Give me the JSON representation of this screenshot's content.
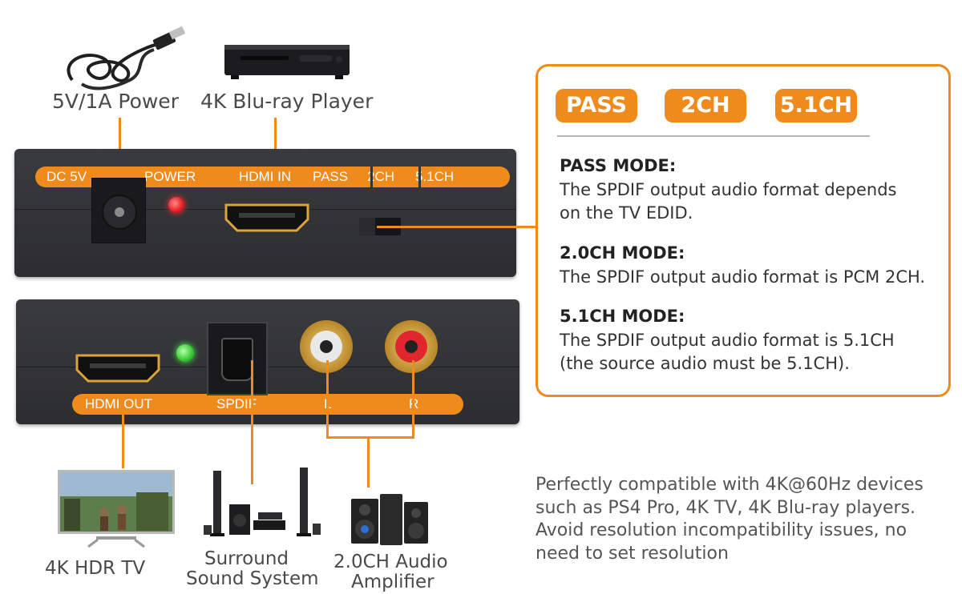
{
  "devices_top": {
    "power_caption": "5V/1A Power",
    "player_caption": "4K Blu-ray Player"
  },
  "front_panel": {
    "labels": [
      "DC 5V",
      "POWER",
      "HDMI IN",
      "PASS",
      "2CH",
      "5.1CH"
    ],
    "led_color": "#e8232a"
  },
  "back_panel": {
    "labels": [
      "HDMI OUT",
      "SPDIF",
      "L",
      "R"
    ],
    "led_color": "#3ecf3a"
  },
  "devices_bottom": {
    "tv_caption": "4K HDR TV",
    "surround_caption": [
      "Surround",
      "Sound System"
    ],
    "amplifier_caption": [
      "2.0CH Audio",
      "Amplifier"
    ]
  },
  "modes_box": {
    "pills": [
      "PASS",
      "2CH",
      "5.1CH"
    ],
    "modes": [
      {
        "title": "PASS MODE:",
        "lines": [
          "The SPDIF output audio format depends",
          "on the TV EDID."
        ]
      },
      {
        "title": "2.0CH MODE:",
        "lines": [
          "The SPDIF output audio format is PCM 2CH."
        ]
      },
      {
        "title": "5.1CH MODE:",
        "lines": [
          "The SPDIF output audio format is 5.1CH",
          "(the source audio must be 5.1CH)."
        ]
      }
    ]
  },
  "compat_text": [
    "Perfectly compatible with 4K@60Hz devices",
    "such as PS4 Pro, 4K TV, 4K Blu-ray players.",
    "Avoid resolution incompatibility issues, no",
    "need to set resolution"
  ],
  "colors": {
    "accent": "#ef8a1d",
    "panel": "#333438"
  }
}
